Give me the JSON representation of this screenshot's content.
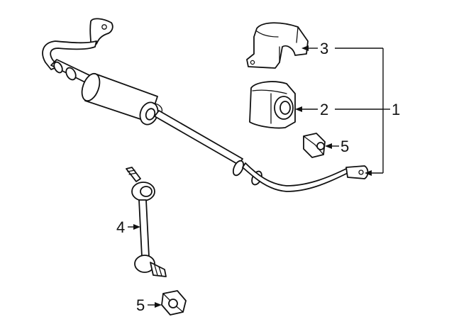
{
  "diagram": {
    "callouts": [
      {
        "id": "c1",
        "label": "1"
      },
      {
        "id": "c2",
        "label": "2"
      },
      {
        "id": "c3",
        "label": "3"
      },
      {
        "id": "c4",
        "label": "4"
      },
      {
        "id": "c5a",
        "label": "5"
      },
      {
        "id": "c5b",
        "label": "5"
      }
    ],
    "colors": {
      "ink": "#111111",
      "background": "#ffffff"
    }
  }
}
